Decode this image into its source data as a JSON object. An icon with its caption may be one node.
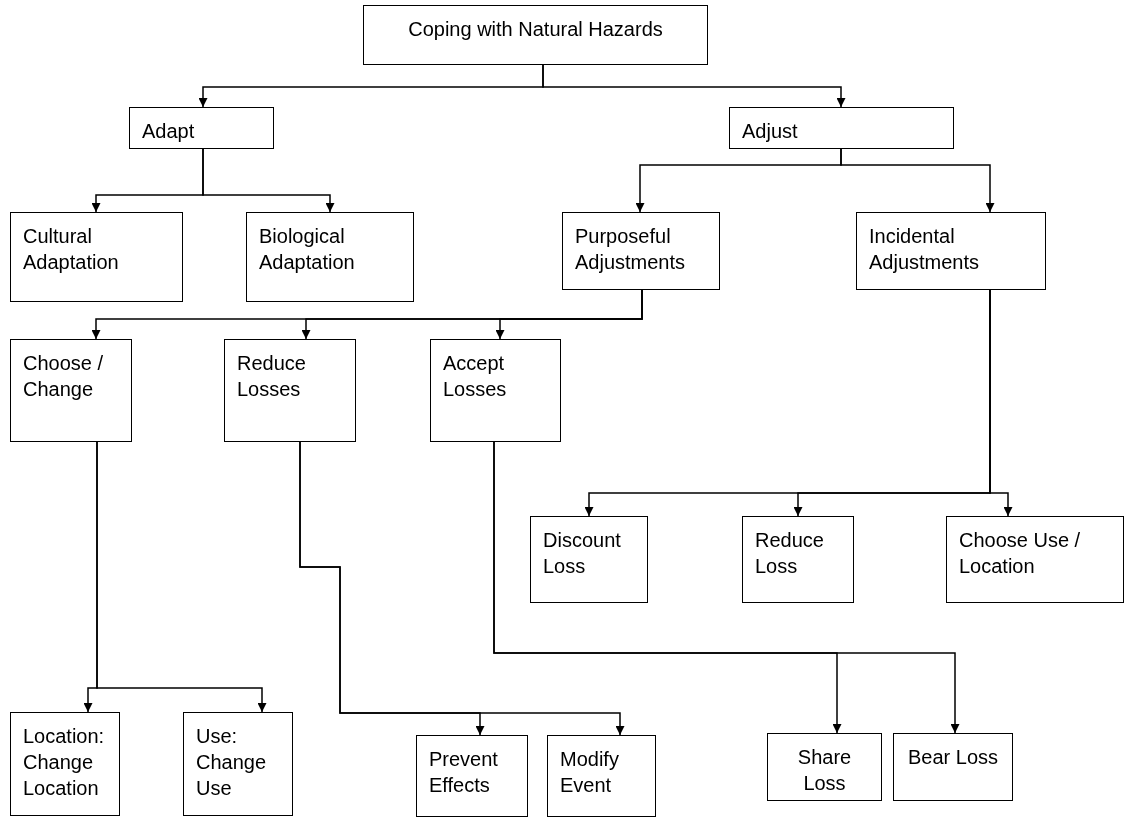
{
  "diagram": {
    "nodes": [
      {
        "text": [
          "Coping with Natural Hazards"
        ]
      },
      {
        "text": [
          "Adapt"
        ]
      },
      {
        "text": [
          "Adjust"
        ]
      },
      {
        "text": [
          "Cultural Adaptation"
        ]
      },
      {
        "text": [
          "Biological Adaptation"
        ]
      },
      {
        "text": [
          "Purposeful Adjustments"
        ]
      },
      {
        "text": [
          "Incidental Adjustments"
        ]
      },
      {
        "text": [
          "Choose / Change"
        ]
      },
      {
        "text": [
          "Reduce Losses"
        ]
      },
      {
        "text": [
          "Accept Losses"
        ]
      },
      {
        "text": [
          "Discount Loss"
        ]
      },
      {
        "text": [
          "Reduce Loss"
        ]
      },
      {
        "text": [
          "Choose Use / Location"
        ]
      },
      {
        "text": [
          "Location: Change Location"
        ]
      },
      {
        "text": [
          "Use: Change Use"
        ]
      },
      {
        "text": [
          "Prevent Effects"
        ]
      },
      {
        "text": [
          "Modify Event"
        ]
      },
      {
        "text": [
          "Share Loss"
        ]
      },
      {
        "text": [
          "Bear Loss"
        ]
      }
    ],
    "edges": [
      {
        "from": 0,
        "to": 1,
        "arrow": "to"
      },
      {
        "from": 0,
        "to": 2,
        "arrow": "to"
      },
      {
        "from": 1,
        "to": 3,
        "arrow": "to"
      },
      {
        "from": 1,
        "to": 4,
        "arrow": "to"
      },
      {
        "from": 2,
        "to": 5,
        "arrow": "to"
      },
      {
        "from": 2,
        "to": 6,
        "arrow": "to"
      },
      {
        "from": 5,
        "to": 7,
        "arrow": "to"
      },
      {
        "from": 5,
        "to": 8,
        "arrow": "to"
      },
      {
        "from": 5,
        "to": 9,
        "arrow": "to"
      },
      {
        "from": 6,
        "to": 10,
        "arrow": "to"
      },
      {
        "from": 6,
        "to": 11,
        "arrow": "to"
      },
      {
        "from": 6,
        "to": 12,
        "arrow": "to"
      },
      {
        "from": 7,
        "to": 13,
        "arrow": "to"
      },
      {
        "from": 7,
        "to": 14,
        "arrow": "to"
      },
      {
        "from": 8,
        "to": 15,
        "arrow": "to"
      },
      {
        "from": 8,
        "to": 16,
        "arrow": "to"
      },
      {
        "from": 9,
        "to": 17,
        "arrow": "to"
      },
      {
        "from": 9,
        "to": 18,
        "arrow": "to"
      }
    ]
  }
}
